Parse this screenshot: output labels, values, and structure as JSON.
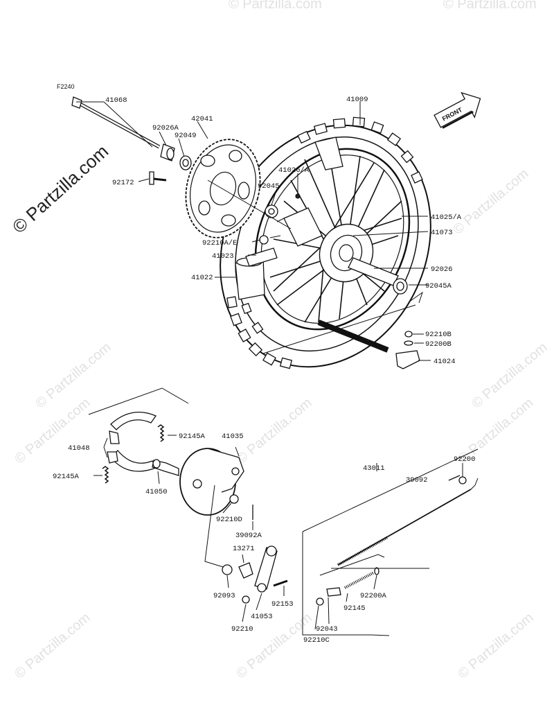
{
  "diagram_code": "F2240",
  "front_label": "FRONT",
  "watermark_main": "© Partzilla.com",
  "watermark_repeat": "© Partzilla.com",
  "labels": {
    "p41068": "41068",
    "p92026A": "92026A",
    "p92049": "92049",
    "p42041": "42041",
    "p41009": "41009",
    "p92172": "92172",
    "p41026A": "41026/A",
    "p92045": "92045",
    "p41025A": "41025/A",
    "p41073": "41073",
    "p92210AE": "92210A/E",
    "p41023": "41023",
    "p41022": "41022",
    "p92026": "92026",
    "p92045A": "92045A",
    "p92210B": "92210B",
    "p92200B": "92200B",
    "p41024": "41024",
    "p41048": "41048",
    "p92145A_top": "92145A",
    "p41035": "41035",
    "p92145A_left": "92145A",
    "p41050": "41050",
    "p43011": "43011",
    "p92200": "92200",
    "p39092": "39092",
    "p92210D": "92210D",
    "p39092A": "39092A",
    "p13271": "13271",
    "p92093": "92093",
    "p92153": "92153",
    "p92200A": "92200A",
    "p41053": "41053",
    "p92145": "92145",
    "p92043": "92043",
    "p92210": "92210",
    "p92210C": "92210C"
  }
}
